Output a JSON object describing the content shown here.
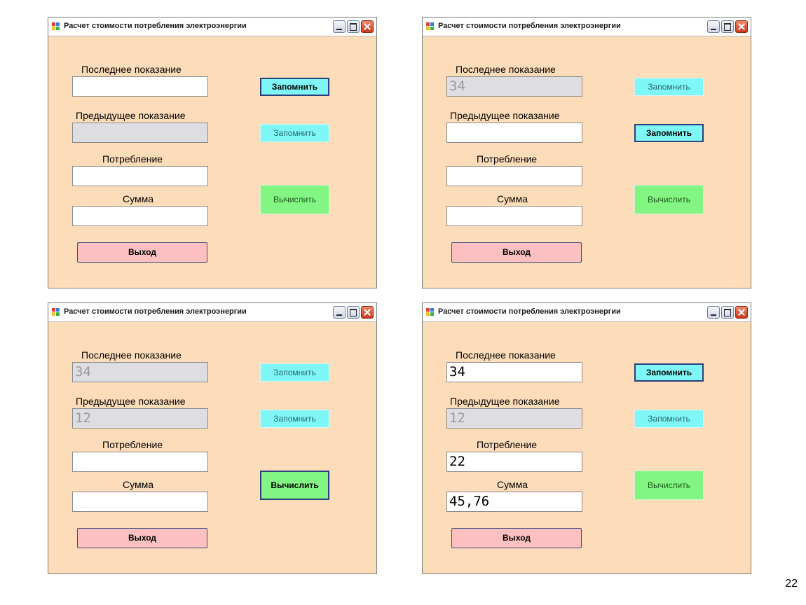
{
  "colors": {
    "window_bg": "#fddcb9",
    "save_button": "#7ff7f7",
    "calc_button": "#82f582",
    "exit_button": "#fbc0bf",
    "disabled_field": "#dedee2"
  },
  "windows": [
    {
      "title": "Расчет стоимости потребления электроэнергии",
      "labels": {
        "last": "Последнее показание",
        "prev": "Предыдущее показание",
        "consumption": "Потребление",
        "sum": "Сумма"
      },
      "fields": {
        "last": "",
        "prev": "",
        "consumption": "",
        "sum": ""
      },
      "buttons": {
        "save1": "Запомнить",
        "save2": "Запомнить",
        "calc": "Вычислить",
        "exit": "Выход"
      }
    },
    {
      "title": "Расчет стоимости потребления электроэнергии",
      "labels": {
        "last": "Последнее показание",
        "prev": "Предыдущее показание",
        "consumption": "Потребление",
        "sum": "Сумма"
      },
      "fields": {
        "last": "34",
        "prev": "",
        "consumption": "",
        "sum": ""
      },
      "buttons": {
        "save1": "Запомнить",
        "save2": "Запомнить",
        "calc": "Вычислить",
        "exit": "Выход"
      }
    },
    {
      "title": "Расчет стоимости потребления электроэнергии",
      "labels": {
        "last": "Последнее показание",
        "prev": "Предыдущее показание",
        "consumption": "Потребление",
        "sum": "Сумма"
      },
      "fields": {
        "last": "34",
        "prev": "12",
        "consumption": "",
        "sum": ""
      },
      "buttons": {
        "save1": "Запомнить",
        "save2": "Запомнить",
        "calc": "Вычислить",
        "exit": "Выход"
      }
    },
    {
      "title": "Расчет стоимости потребления электроэнергии",
      "labels": {
        "last": "Последнее показание",
        "prev": "Предыдущее показание",
        "consumption": "Потребление",
        "sum": "Сумма"
      },
      "fields": {
        "last": "34",
        "prev": "12",
        "consumption": "22",
        "sum": "45,76"
      },
      "buttons": {
        "save1": "Запомнить",
        "save2": "Запомнить",
        "calc": "Вычислить",
        "exit": "Выход"
      }
    }
  ],
  "page_number": "22"
}
